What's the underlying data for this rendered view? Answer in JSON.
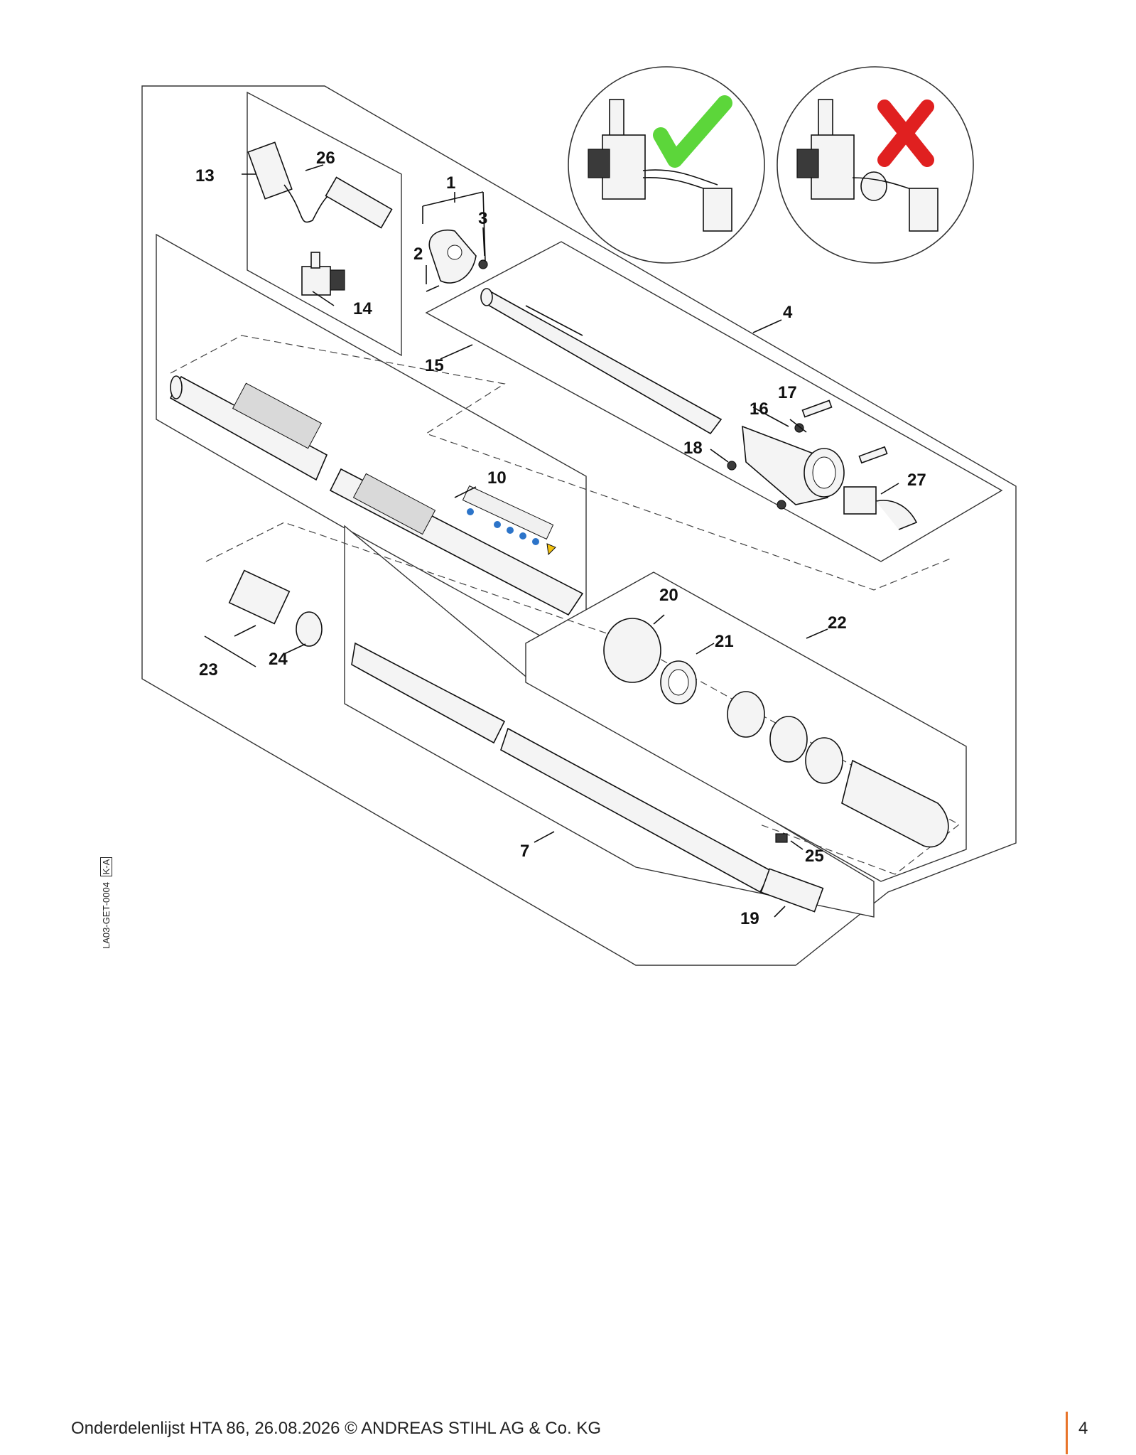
{
  "diagram": {
    "callouts": [
      {
        "id": "c1",
        "text": "1"
      },
      {
        "id": "c2",
        "text": "2"
      },
      {
        "id": "c3",
        "text": "3"
      },
      {
        "id": "c4",
        "text": "4"
      },
      {
        "id": "c7",
        "text": "7"
      },
      {
        "id": "c10",
        "text": "10"
      },
      {
        "id": "c13",
        "text": "13"
      },
      {
        "id": "c14",
        "text": "14"
      },
      {
        "id": "c15",
        "text": "15"
      },
      {
        "id": "c16",
        "text": "16"
      },
      {
        "id": "c17",
        "text": "17"
      },
      {
        "id": "c18",
        "text": "18"
      },
      {
        "id": "c19",
        "text": "19"
      },
      {
        "id": "c20",
        "text": "20"
      },
      {
        "id": "c21",
        "text": "21"
      },
      {
        "id": "c22",
        "text": "22"
      },
      {
        "id": "c23",
        "text": "23"
      },
      {
        "id": "c24",
        "text": "24"
      },
      {
        "id": "c25",
        "text": "25"
      },
      {
        "id": "c26",
        "text": "26"
      },
      {
        "id": "c27",
        "text": "27"
      }
    ],
    "drawing_code": "LA03-GET-0004",
    "drawing_code_suffix": "K-A",
    "inset_correct_mark_color": "#5cd63a",
    "inset_wrong_mark_color": "#e02020"
  },
  "footer": {
    "text": "Onderdelenlijst HTA 86, 26.08.2026 © ANDREAS STIHL AG & Co. KG",
    "page_number": "4",
    "accent_color": "#e8742a"
  }
}
